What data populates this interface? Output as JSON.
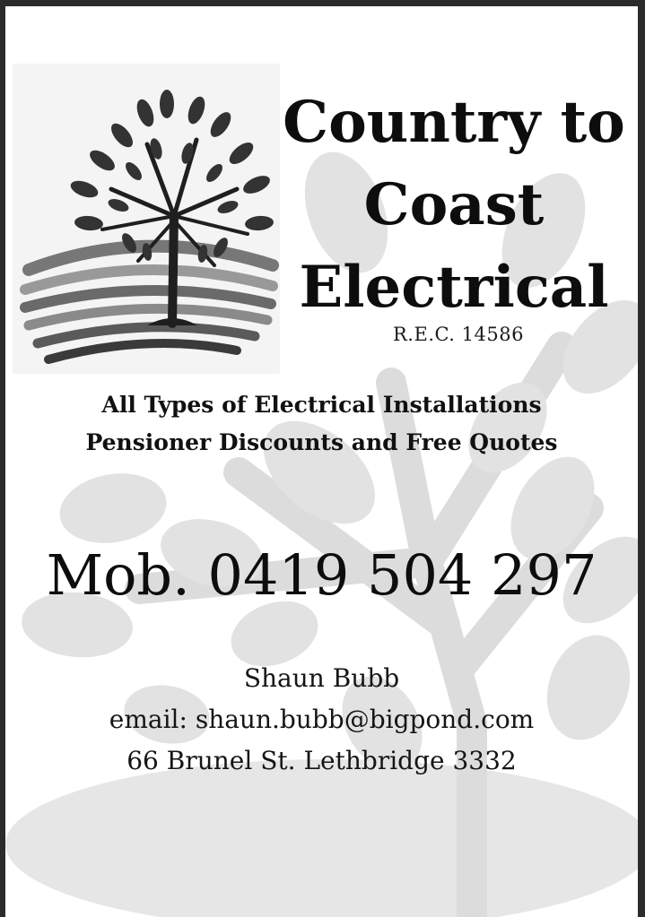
{
  "business": {
    "name_lines": [
      "Country to",
      "Coast",
      "Electrical"
    ],
    "licence": "R.E.C. 14586"
  },
  "services": [
    "All Types of Electrical Installations",
    "Pensioner Discounts and Free Quotes"
  ],
  "phone": "Mob. 0419 504 297",
  "contact": {
    "name": "Shaun Bubb",
    "email": "email: shaun.bubb@bigpond.com",
    "address": "66 Brunel St. Lethbridge 3332"
  },
  "colors": {
    "border": "#2b2b2b",
    "text": "#111111",
    "watermark": "#e3e3e3"
  },
  "icons": {
    "logo": "tree-on-hills-logo-icon",
    "background": "tree-watermark-icon"
  }
}
